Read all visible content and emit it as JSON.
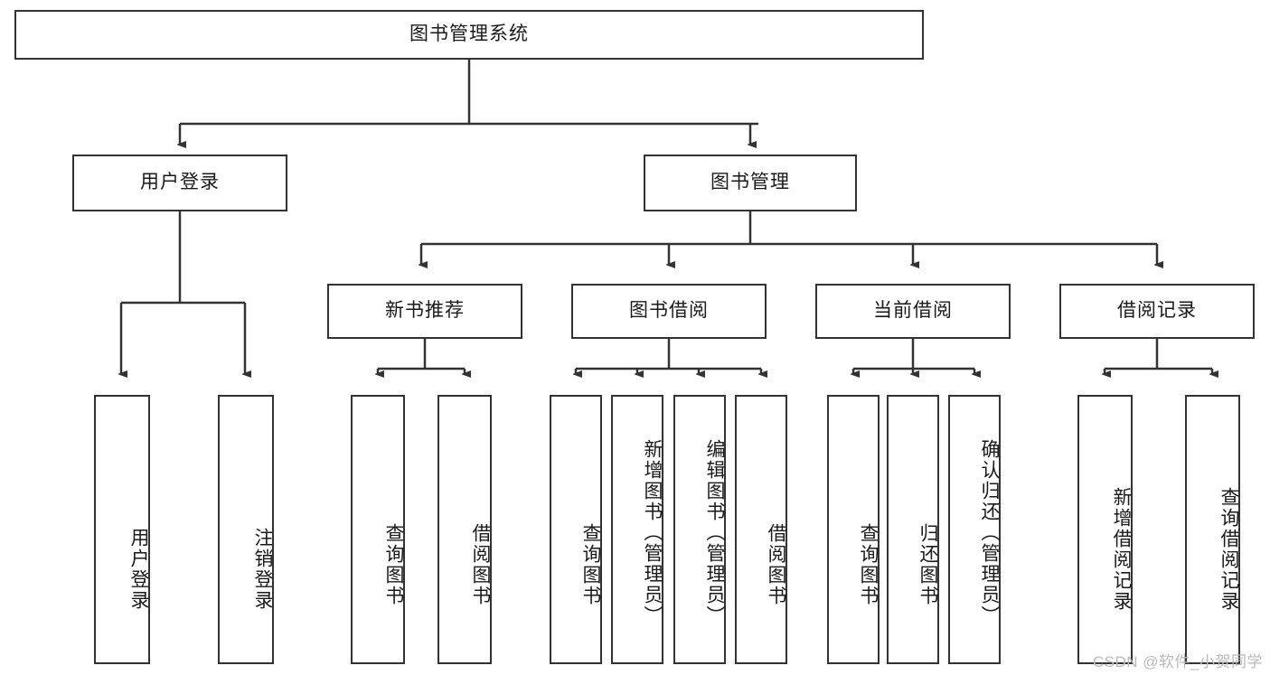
{
  "diagram": {
    "title_node": {
      "label": "图书管理系统"
    },
    "level1": [
      {
        "id": "user-login",
        "label": "用户登录"
      },
      {
        "id": "book-management",
        "label": "图书管理"
      }
    ],
    "level2": [
      {
        "id": "new-book-recommend",
        "label": "新书推荐"
      },
      {
        "id": "book-borrow",
        "label": "图书借阅"
      },
      {
        "id": "current-borrow",
        "label": "当前借阅"
      },
      {
        "id": "borrow-record",
        "label": "借阅记录"
      }
    ],
    "leaves": {
      "user_login": [
        {
          "id": "leaf-user-login",
          "label": "用户登录"
        },
        {
          "id": "leaf-logout",
          "label": "注销登录"
        }
      ],
      "new_book_recommend": [
        {
          "id": "leaf-query-book-1",
          "label": "查询图书"
        },
        {
          "id": "leaf-borrow-book-1",
          "label": "借阅图书"
        }
      ],
      "book_borrow": [
        {
          "id": "leaf-query-book-2",
          "label": "查询图书"
        },
        {
          "id": "leaf-add-book",
          "label": "新增图书（管理员）"
        },
        {
          "id": "leaf-edit-book",
          "label": "编辑图书（管理员）"
        },
        {
          "id": "leaf-borrow-book-2",
          "label": "借阅图书"
        }
      ],
      "current_borrow": [
        {
          "id": "leaf-query-book-3",
          "label": "查询图书"
        },
        {
          "id": "leaf-return-book",
          "label": "归还图书"
        },
        {
          "id": "leaf-confirm-return",
          "label": "确认归还（管理员）"
        }
      ],
      "borrow_record": [
        {
          "id": "leaf-add-record",
          "label": "新增借阅记录"
        },
        {
          "id": "leaf-query-record",
          "label": "查询借阅记录"
        }
      ]
    },
    "colors": {
      "stroke": "#333333",
      "box_fill": "#ffffff",
      "text": "#1a1a1a",
      "watermark": "#b9b9b9",
      "background": "#ffffff"
    }
  },
  "watermark": {
    "text": "CSDN @软件_小贺同学"
  }
}
